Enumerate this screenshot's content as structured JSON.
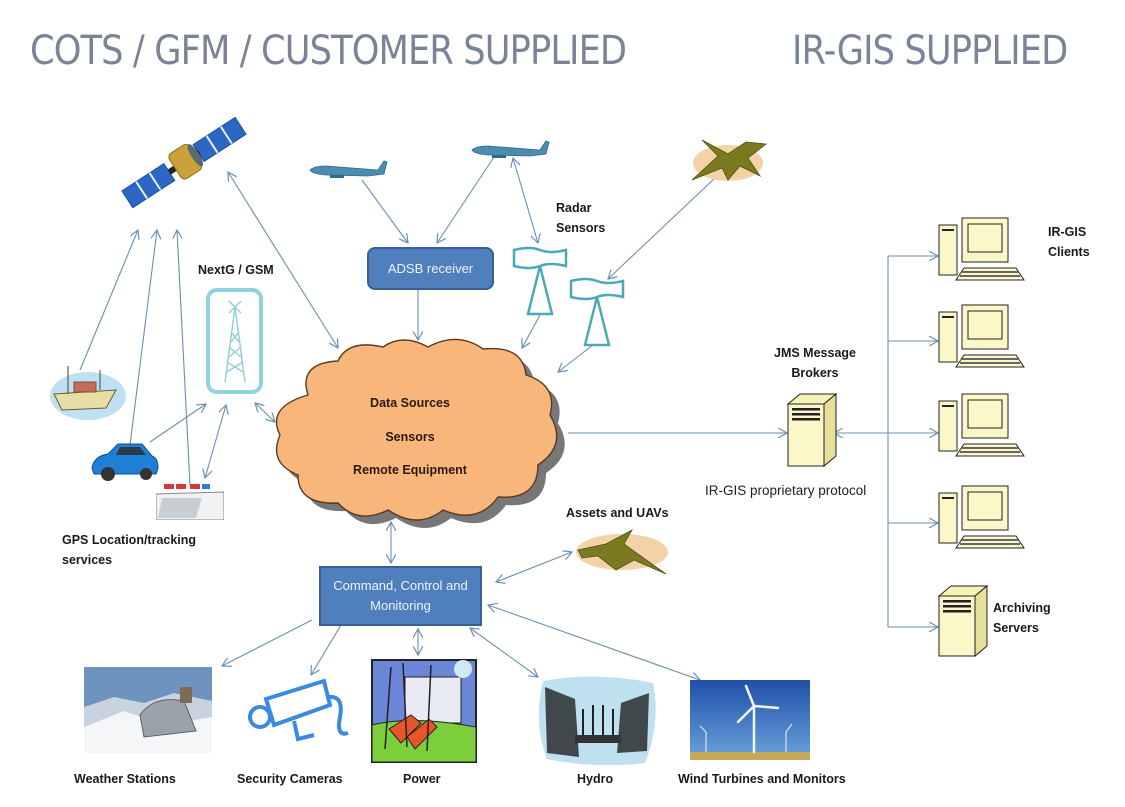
{
  "titles": {
    "left": "COTS / GFM / CUSTOMER SUPPLIED",
    "right": "IR-GIS SUPPLIED"
  },
  "colors": {
    "title": "#7a8496",
    "box_fill": "#4f7fbd",
    "box_border": "#3a6093",
    "cloud_fill": "#f9b67a",
    "arrow": "#6a8fb5",
    "radar": "#4aa9b8",
    "computer": "#fbf7c8"
  },
  "nodes": {
    "adsb_receiver": "ADSB receiver",
    "command_control": "Command, Control and Monitoring",
    "cloud": {
      "lines": [
        "Data Sources",
        "Sensors",
        "Remote Equipment"
      ]
    },
    "radar_sensors": [
      "Radar",
      "Sensors"
    ],
    "nextg_gsm": "NextG  / GSM",
    "gps_tracking": [
      "GPS Location/tracking",
      "services"
    ],
    "jms_brokers": [
      "JMS Message",
      "Brokers"
    ],
    "protocol": "IR-GIS proprietary protocol",
    "irgis_clients": [
      "IR-GIS",
      "Clients"
    ],
    "archiving_servers": [
      "Archiving",
      "Servers"
    ],
    "assets_uavs": "Assets and UAVs"
  },
  "endpoints": [
    {
      "label": "Weather Stations",
      "icon": "weather-station-photo"
    },
    {
      "label": "Security Cameras",
      "icon": "security-camera-icon"
    },
    {
      "label": "Power",
      "icon": "power-plant-icon"
    },
    {
      "label": "Hydro",
      "icon": "hydro-dam-icon"
    },
    {
      "label": "Wind Turbines and Monitors",
      "icon": "wind-turbine-photo"
    }
  ]
}
